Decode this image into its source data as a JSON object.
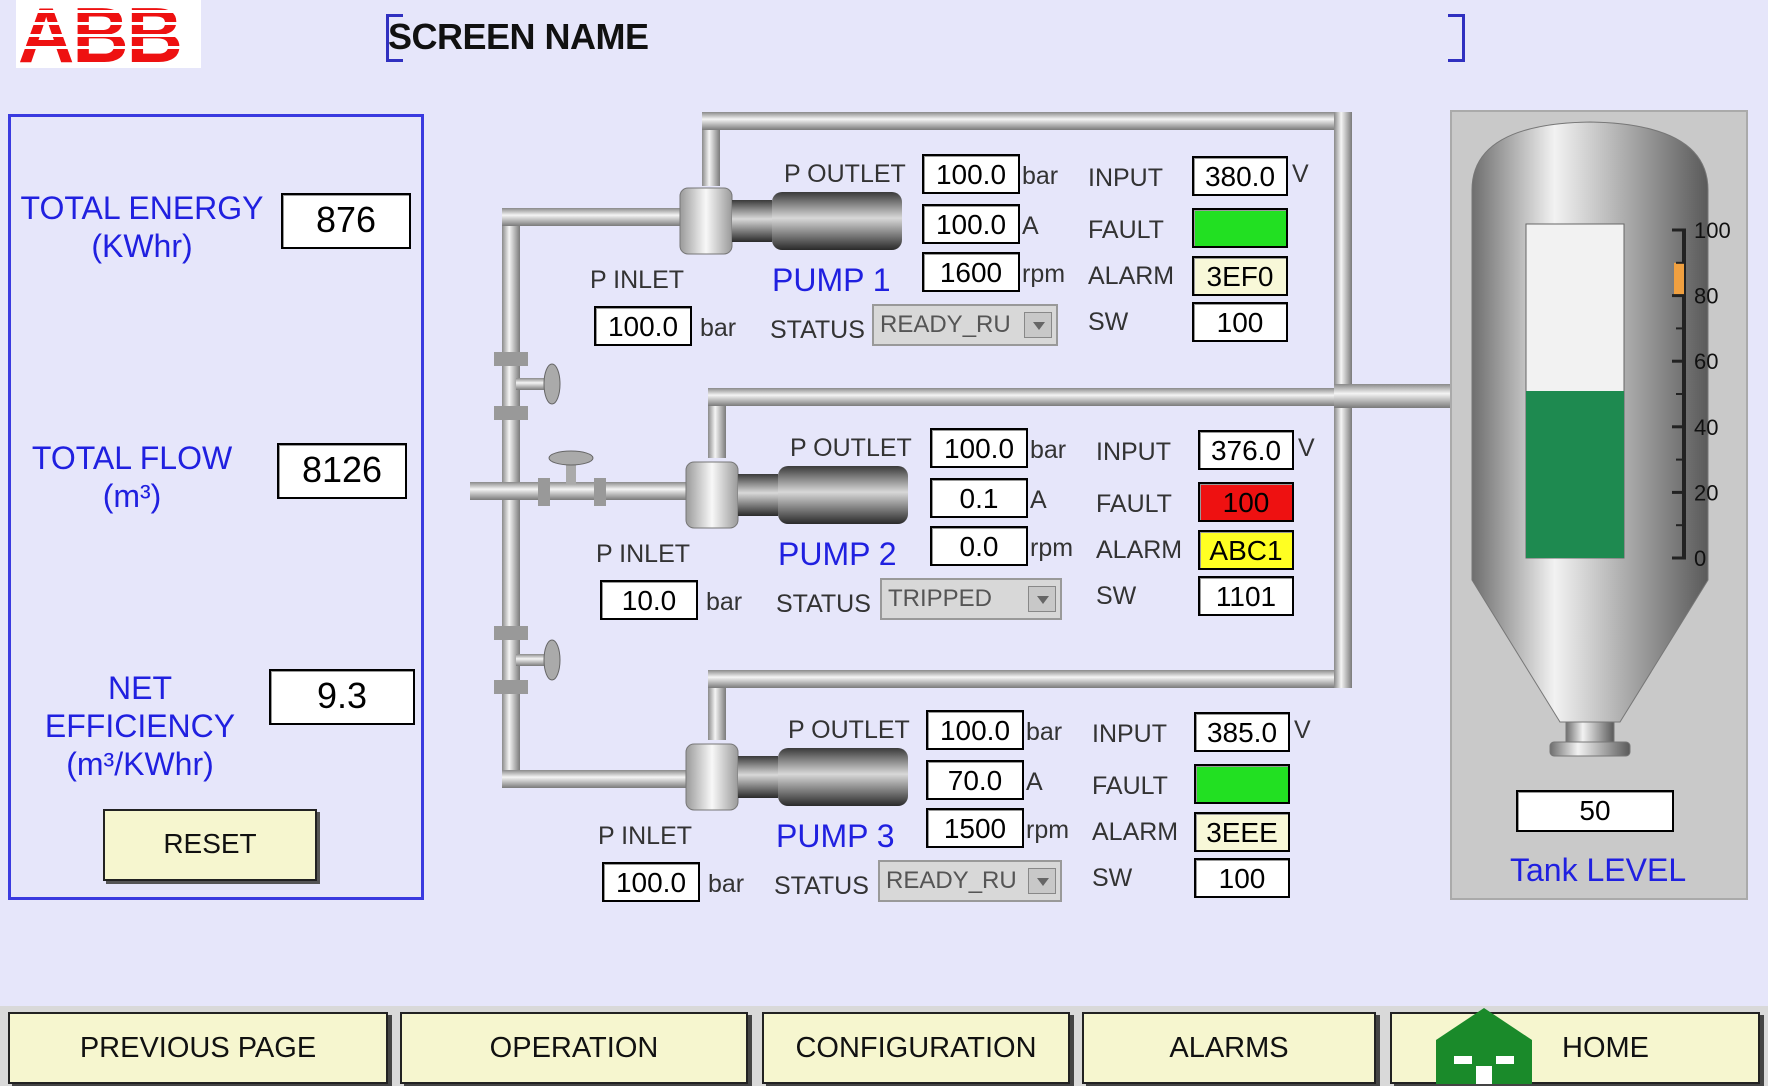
{
  "header": {
    "logo_text": "ABB",
    "screen_name": "SCREEN NAME"
  },
  "summary": {
    "total_energy_label": "TOTAL ENERGY",
    "total_energy_unit": "(KWhr)",
    "total_energy_value": "876",
    "total_flow_label": "TOTAL FLOW",
    "total_flow_unit": "(m³)",
    "total_flow_value": "8126",
    "net_eff_label": "NET EFFICIENCY",
    "net_eff_unit": "(m³/KWhr)",
    "net_eff_value": "9.3",
    "reset_label": "RESET"
  },
  "labels": {
    "p_outlet": "P OUTLET",
    "p_inlet": "P INLET",
    "status": "STATUS",
    "input": "INPUT",
    "fault": "FAULT",
    "alarm": "ALARM",
    "sw": "SW",
    "bar": "bar",
    "amp": "A",
    "rpm": "rpm",
    "volt": "V"
  },
  "pumps": [
    {
      "name": "PUMP 1",
      "p_outlet": "100.0",
      "current": "100.0",
      "rpm": "1600",
      "p_inlet": "100.0",
      "status": "READY_RU",
      "input": "380.0",
      "fault": "",
      "fault_color": "#22e022",
      "alarm": "3EF0",
      "alarm_color": "#f8f8d8",
      "sw": "100"
    },
    {
      "name": "PUMP 2",
      "p_outlet": "100.0",
      "current": "0.1",
      "rpm": "0.0",
      "p_inlet": "10.0",
      "status": "TRIPPED",
      "input": "376.0",
      "fault": "100",
      "fault_color": "#ee1111",
      "alarm": "ABC1",
      "alarm_color": "#ffff22",
      "sw": "1101"
    },
    {
      "name": "PUMP 3",
      "p_outlet": "100.0",
      "current": "70.0",
      "rpm": "1500",
      "p_inlet": "100.0",
      "status": "READY_RU",
      "input": "385.0",
      "fault": "",
      "fault_color": "#22e022",
      "alarm": "3EEE",
      "alarm_color": "#f8f8d8",
      "sw": "100"
    }
  ],
  "tank": {
    "level_value": "50",
    "level_label": "Tank LEVEL",
    "level_fraction": 0.5,
    "setpoint_range": [
      80,
      90
    ],
    "scale_ticks": [
      "100",
      "80",
      "60",
      "40",
      "20",
      "0"
    ]
  },
  "nav": {
    "previous": "PREVIOUS PAGE",
    "operation": "OPERATION",
    "configuration": "CONFIGURATION",
    "alarms": "ALARMS",
    "home": "HOME"
  },
  "colors": {
    "background": "#e6e6fa",
    "label_blue": "#2020e0",
    "logo_red": "#ee1111",
    "home_green": "#1a8a2a",
    "tank_fill": "#1e8a50"
  },
  "icons": {
    "home": "house-icon"
  }
}
